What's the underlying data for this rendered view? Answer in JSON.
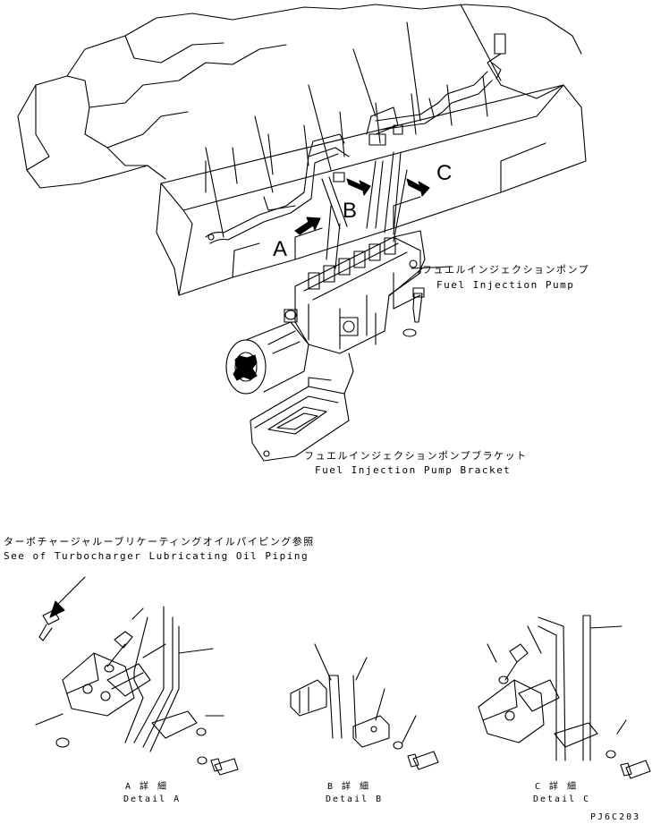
{
  "callouts": {
    "a": "A",
    "b": "B",
    "c": "C"
  },
  "labels": {
    "pump_jp": "フュエルインジェクションポンプ",
    "pump_en": "Fuel Injection Pump",
    "bracket_jp": "フュエルインジェクションポンプブラケット",
    "bracket_en": "Fuel Injection Pump Bracket",
    "turbo_jp": "ターボチャージャルーブリケーティングオイルパイピング参照",
    "turbo_en": "See of Turbocharger Lubricating Oil Piping"
  },
  "details": {
    "a_jp": "A 詳 細",
    "a_en": "Detail A",
    "b_jp": "B 詳 細",
    "b_en": "Detail B",
    "c_jp": "C 詳 細",
    "c_en": "Detail C"
  },
  "drawing_code": "PJ6C203",
  "colors": {
    "line": "#000000",
    "background": "#ffffff"
  }
}
